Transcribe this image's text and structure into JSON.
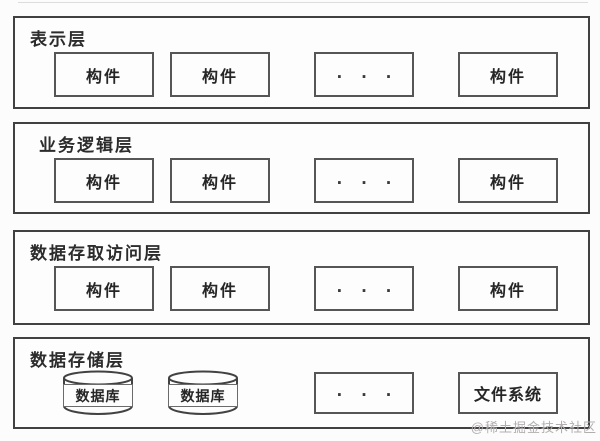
{
  "diagram": {
    "title": "layered-software-architecture",
    "colors": {
      "layer_border": "#414141",
      "box_border": "#565656",
      "background": "#fcfcfc",
      "text": "#262626",
      "watermark": "#b2aeae"
    },
    "layers": [
      {
        "label": "表示层",
        "items": [
          {
            "type": "box",
            "label": "构件"
          },
          {
            "type": "box",
            "label": "构件"
          },
          {
            "type": "box",
            "label": ". . ."
          },
          {
            "type": "box",
            "label": "构件"
          }
        ]
      },
      {
        "label": "业务逻辑层",
        "items": [
          {
            "type": "box",
            "label": "构件"
          },
          {
            "type": "box",
            "label": "构件"
          },
          {
            "type": "box",
            "label": ". . ."
          },
          {
            "type": "box",
            "label": "构件"
          }
        ]
      },
      {
        "label": "数据存取访问层",
        "items": [
          {
            "type": "box",
            "label": "构件"
          },
          {
            "type": "box",
            "label": "构件"
          },
          {
            "type": "box",
            "label": ". . ."
          },
          {
            "type": "box",
            "label": "构件"
          }
        ]
      },
      {
        "label": "数据存储层",
        "items": [
          {
            "type": "cylinder",
            "label": "数据库"
          },
          {
            "type": "cylinder",
            "label": "数据库"
          },
          {
            "type": "box",
            "label": ". . ."
          },
          {
            "type": "box",
            "label": "文件系统"
          }
        ]
      }
    ],
    "watermark": "@稀土掘金技术社区"
  }
}
